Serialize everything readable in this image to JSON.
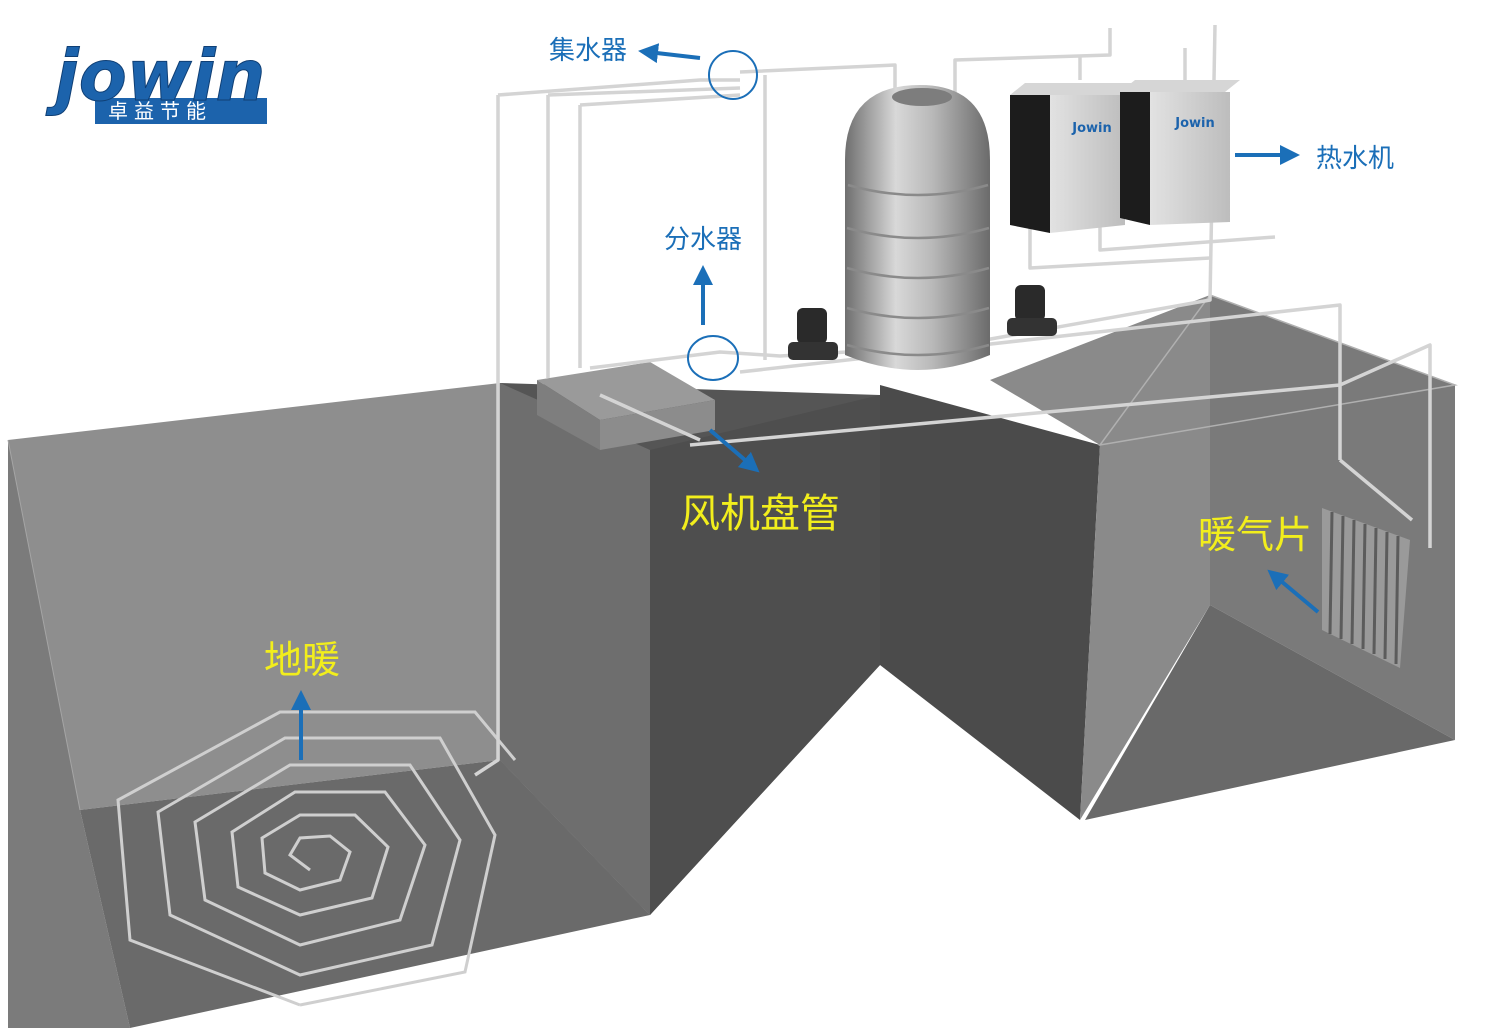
{
  "logo": {
    "wordmark": "jowin",
    "tagline": "卓益节能",
    "unit_badge": "Jowin"
  },
  "labels": {
    "collector": "集水器",
    "distributor": "分水器",
    "water_heater": "热水机",
    "fan_coil": "风机盘管",
    "radiator": "暖气片",
    "floor_heating": "地暖"
  },
  "colors": {
    "accent_blue": "#1b6fb8",
    "callout_yellow": "#f2ee1c",
    "logo_blue": "#1c63ac"
  }
}
